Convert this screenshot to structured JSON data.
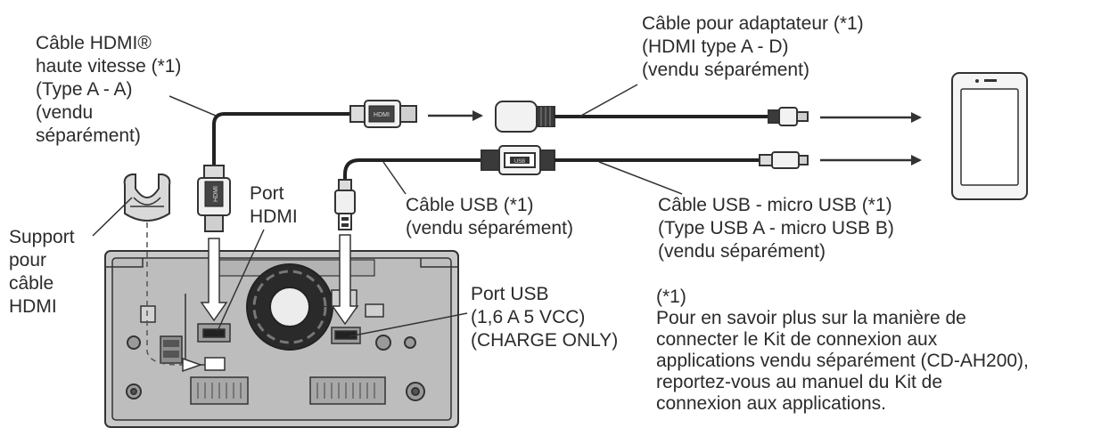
{
  "labels": {
    "hdmi_cable": "Câble HDMI®\nhaute vitesse (*1)\n(Type A - A)\n(vendu\nséparément)",
    "adapter_cable": "Câble pour adaptateur (*1)\n(HDMI type A - D)\n(vendu séparément)",
    "hdmi_port": "Port\nHDMI",
    "hdmi_support": "Support\npour\ncâble\nHDMI",
    "usb_cable": "Câble USB (*1)\n(vendu séparément)",
    "usb_micro_cable": "Câble USB - micro USB (*1)\n(Type USB A - micro USB B)\n(vendu séparément)",
    "usb_port": "Port USB\n(1,6 A 5 VCC)\n(CHARGE ONLY)"
  },
  "footnote": {
    "marker": "(*1)",
    "lines": [
      "Pour en savoir plus sur la manière de",
      "connecter le Kit de connexion aux",
      "applications vendu séparément (CD-AH200),",
      "reportez-vous au manuel du Kit de",
      "connexion aux applications."
    ]
  },
  "connector_text": {
    "hdmi_logo": "HDMI",
    "usb_logo": "USB"
  }
}
